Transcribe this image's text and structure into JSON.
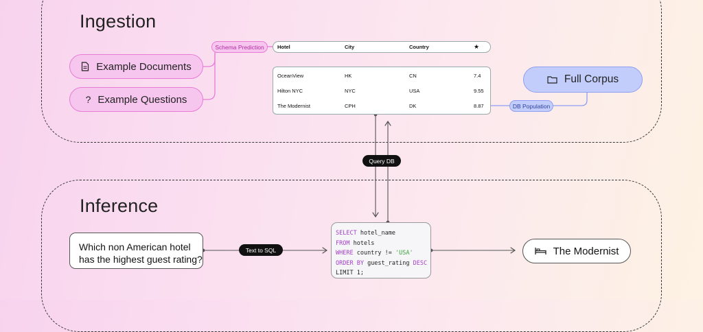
{
  "ingestion": {
    "title": "Ingestion",
    "example_documents": "Example Documents",
    "example_questions": "Example Questions",
    "schema_prediction": "Schema Prediction",
    "full_corpus": "Full Corpus",
    "db_population": "DB Population",
    "schema_header": [
      "Hotel",
      "City",
      "Country",
      "★"
    ],
    "rows": [
      [
        "OceanView",
        "HK",
        "CN",
        "7.4"
      ],
      [
        "Hilton NYC",
        "NYC",
        "USA",
        "9.55"
      ],
      [
        "The Modernist",
        "CPH",
        "DK",
        "8.87"
      ]
    ]
  },
  "query_db": "Query DB",
  "inference": {
    "title": "Inference",
    "question_line1": "Which non American hotel",
    "question_line2": "has the highest guest rating?",
    "text_to_sql": "Text to SQL",
    "sql": {
      "l1_kw": "SELECT",
      "l1_rest": " hotel_name",
      "l2_kw": "FROM",
      "l2_rest": " hotels",
      "l3_kw": "WHERE",
      "l3_rest": " country != ",
      "l3_str": "'USA'",
      "l4_kw": "ORDER BY",
      "l4_rest": " guest_rating ",
      "l4_kw2": "DESC",
      "l5": "LIMIT 1;"
    },
    "answer": "The Modernist"
  },
  "colors": {
    "pink": "#f7c6ee",
    "pink_border": "#e77bd6",
    "blue": "#c3cdfb",
    "blue_border": "#8d9ef3",
    "sql_keyword": "#a43ec6",
    "sql_string": "#3ea23e"
  }
}
